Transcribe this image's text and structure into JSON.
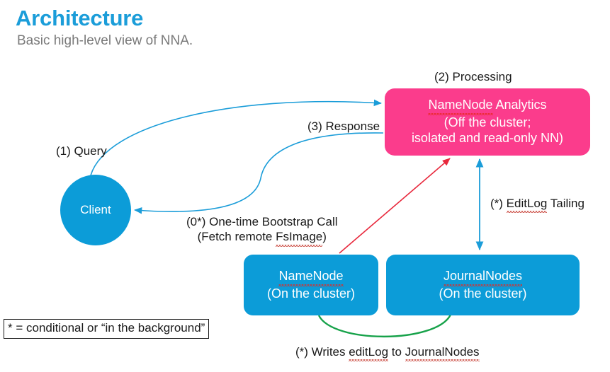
{
  "header": {
    "title": "Architecture",
    "subtitle": "Basic high-level view of NNA.",
    "title_color": "#1b9dd9",
    "subtitle_color": "#7a7a7a"
  },
  "colors": {
    "pink": "#fb3c8c",
    "blue": "#0c9cd8",
    "arrow_blue": "#1b9dd9",
    "arrow_red": "#e8283c",
    "arrow_green": "#17a24a",
    "text": "#1a1a1a"
  },
  "nodes": {
    "nna": {
      "line1": "NameNode",
      "line1_tail": " Analytics",
      "line2": "(Off the cluster;",
      "line3": "isolated and read-only NN)"
    },
    "client": {
      "label": "Client"
    },
    "namenode": {
      "line1": "NameNode",
      "line2": "(On the cluster)"
    },
    "journalnodes": {
      "line1": "JournalNodes",
      "line2": "(On the cluster)"
    }
  },
  "labels": {
    "processing": "(2) Processing",
    "response": "(3) Response",
    "query": "(1) Query",
    "bootstrap_line1": "(0*) One-time Bootstrap Call",
    "bootstrap_line2_pre": "(Fetch remote ",
    "bootstrap_line2_word": "FsImage",
    "bootstrap_line2_post": ")",
    "editlog_pre": "(*) ",
    "editlog_word": "EditLog",
    "editlog_post": " Tailing",
    "writes_pre": "(*) Writes ",
    "writes_word1": "editLog",
    "writes_mid": " to ",
    "writes_word2": "JournalNodes"
  },
  "legend": {
    "text": "* = conditional or “in the background”"
  }
}
